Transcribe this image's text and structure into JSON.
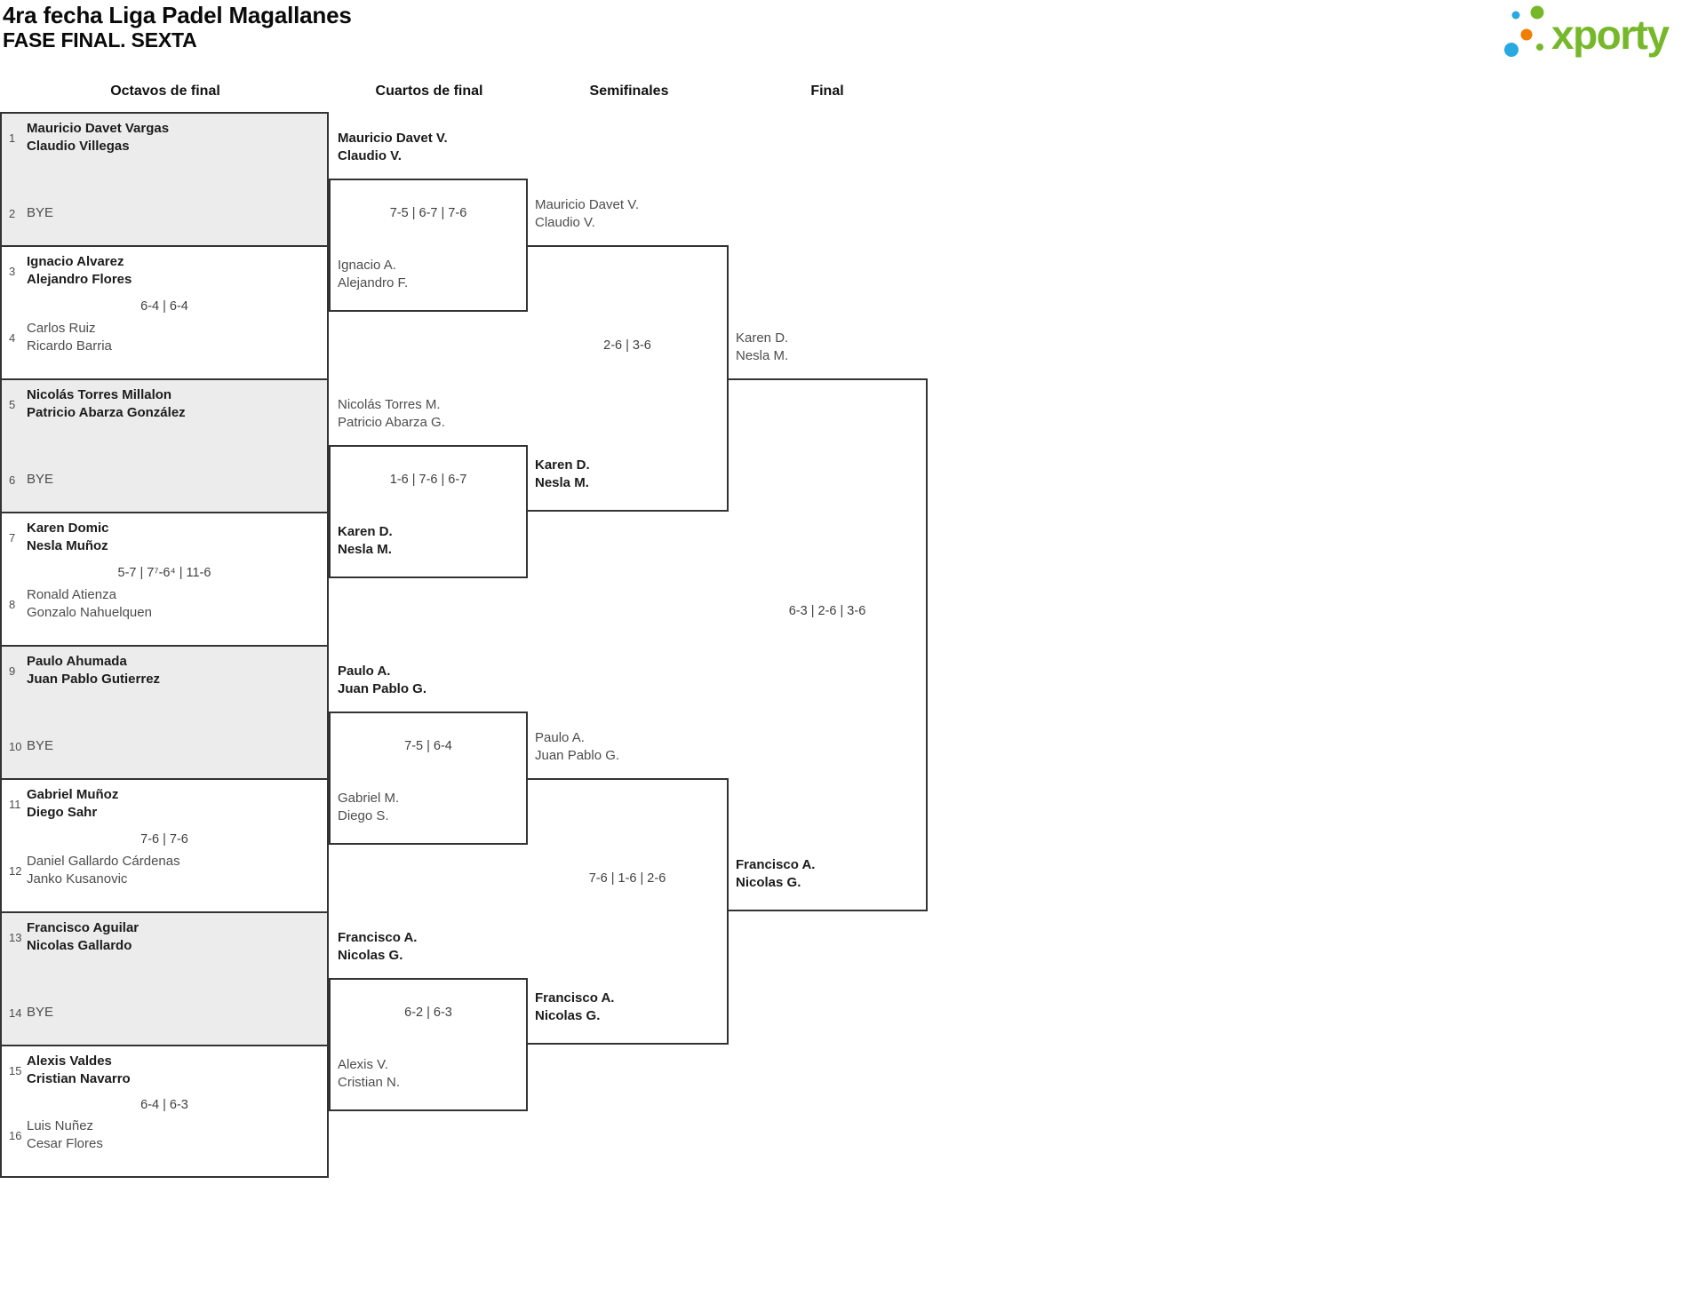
{
  "header": {
    "title": "4ra fecha Liga Padel Magallanes",
    "subtitle": "FASE FINAL. SEXTA"
  },
  "logo": {
    "brand": "xporty",
    "colors": {
      "green": "#76b82a",
      "blue": "#29a9e1",
      "orange": "#ee7f00"
    }
  },
  "columns": [
    {
      "label": "Octavos de final"
    },
    {
      "label": "Cuartos de final"
    },
    {
      "label": "Semifinales"
    },
    {
      "label": "Final"
    }
  ],
  "octavos": [
    {
      "seed_top": "1",
      "top1": "Mauricio Davet Vargas",
      "top2": "Claudio Villegas",
      "seed_bottom": "2",
      "bottom1": "BYE",
      "bottom2": "",
      "score": "",
      "winner": "top",
      "bye": true
    },
    {
      "seed_top": "3",
      "top1": "Ignacio Alvarez",
      "top2": "Alejandro Flores",
      "seed_bottom": "4",
      "bottom1": "Carlos Ruiz",
      "bottom2": "Ricardo Barria",
      "score": "6-4 | 6-4",
      "winner": "top",
      "bye": false
    },
    {
      "seed_top": "5",
      "top1": "Nicolás Torres Millalon",
      "top2": "Patricio Abarza González",
      "seed_bottom": "6",
      "bottom1": "BYE",
      "bottom2": "",
      "score": "",
      "winner": "top",
      "bye": true
    },
    {
      "seed_top": "7",
      "top1": "Karen Domic",
      "top2": "Nesla Muñoz",
      "seed_bottom": "8",
      "bottom1": "Ronald Atienza",
      "bottom2": "Gonzalo Nahuelquen",
      "score": "5-7 | 7⁷-6⁴ | 11-6",
      "winner": "top",
      "bye": false
    },
    {
      "seed_top": "9",
      "top1": "Paulo Ahumada",
      "top2": "Juan Pablo Gutierrez",
      "seed_bottom": "10",
      "bottom1": "BYE",
      "bottom2": "",
      "score": "",
      "winner": "top",
      "bye": true
    },
    {
      "seed_top": "11",
      "top1": "Gabriel Muñoz",
      "top2": "Diego Sahr",
      "seed_bottom": "12",
      "bottom1": "Daniel Gallardo Cárdenas",
      "bottom2": "Janko Kusanovic",
      "score": "7-6 | 7-6",
      "winner": "top",
      "bye": false
    },
    {
      "seed_top": "13",
      "top1": "Francisco Aguilar",
      "top2": "Nicolas Gallardo",
      "seed_bottom": "14",
      "bottom1": "BYE",
      "bottom2": "",
      "score": "",
      "winner": "top",
      "bye": true
    },
    {
      "seed_top": "15",
      "top1": "Alexis Valdes",
      "top2": "Cristian Navarro",
      "seed_bottom": "16",
      "bottom1": "Luis Nuñez",
      "bottom2": "Cesar Flores",
      "score": "6-4 | 6-3",
      "winner": "top",
      "bye": false
    }
  ],
  "cuartos": [
    {
      "top1": "Mauricio Davet V.",
      "top2": "Claudio V.",
      "bottom1": "Ignacio A.",
      "bottom2": "Alejandro F.",
      "score": "7-5 | 6-7 | 7-6",
      "winner": "top"
    },
    {
      "top1": "Nicolás Torres M.",
      "top2": "Patricio Abarza G.",
      "bottom1": "Karen D.",
      "bottom2": "Nesla M.",
      "score": "1-6 | 7-6 | 6-7",
      "winner": "bottom"
    },
    {
      "top1": "Paulo A.",
      "top2": "Juan Pablo G.",
      "bottom1": "Gabriel M.",
      "bottom2": "Diego S.",
      "score": "7-5 | 6-4",
      "winner": "top"
    },
    {
      "top1": "Francisco A.",
      "top2": "Nicolas G.",
      "bottom1": "Alexis V.",
      "bottom2": "Cristian N.",
      "score": "6-2 | 6-3",
      "winner": "top"
    }
  ],
  "semifinales": [
    {
      "top1": "Mauricio Davet V.",
      "top2": "Claudio V.",
      "bottom1": "Karen D.",
      "bottom2": "Nesla M.",
      "score": "2-6 | 3-6",
      "winner": "bottom"
    },
    {
      "top1": "Paulo A.",
      "top2": "Juan Pablo G.",
      "bottom1": "Francisco A.",
      "bottom2": "Nicolas G.",
      "score": "7-6 | 1-6 | 2-6",
      "winner": "bottom"
    }
  ],
  "final": {
    "top1": "Karen D.",
    "top2": "Nesla M.",
    "bottom1": "Francisco A.",
    "bottom2": "Nicolas G.",
    "score": "6-3 | 2-6 | 3-6",
    "winner": "bottom"
  }
}
